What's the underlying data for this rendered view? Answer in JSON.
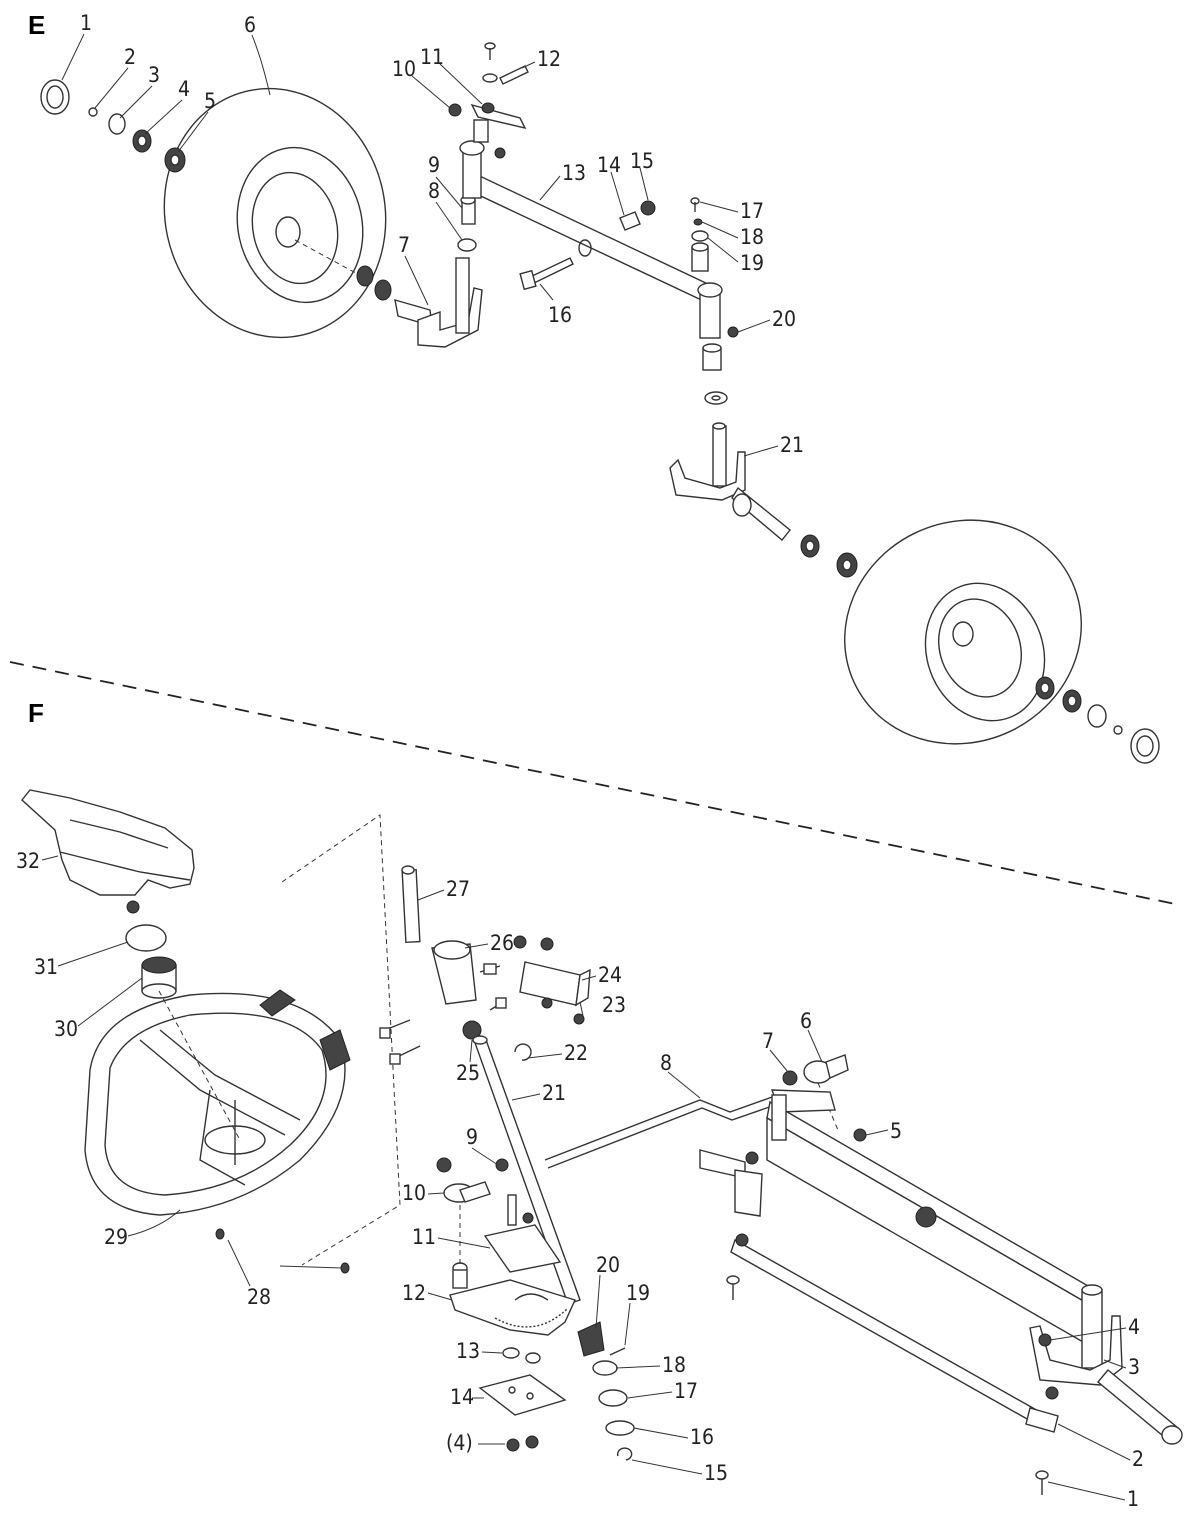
{
  "sections": [
    {
      "letter": "E",
      "callouts": [
        {
          "text": "1",
          "part": "E-hub-cap"
        },
        {
          "text": "2",
          "part": "E-retaining-ring"
        },
        {
          "text": "3",
          "part": "E-washer"
        },
        {
          "text": "4",
          "part": "E-bearing"
        },
        {
          "text": "5",
          "part": "E-bearing-inner"
        },
        {
          "text": "6",
          "part": "E-wheel"
        },
        {
          "text": "7",
          "part": "E-spindle-left"
        },
        {
          "text": "8",
          "part": "E-washer-spindle"
        },
        {
          "text": "9",
          "part": "E-bushing"
        },
        {
          "text": "10",
          "part": "E-nut"
        },
        {
          "text": "11",
          "part": "E-steering-arm"
        },
        {
          "text": "12",
          "part": "E-bolt"
        },
        {
          "text": "13",
          "part": "E-front-axle"
        },
        {
          "text": "14",
          "part": "E-pivot-bushing"
        },
        {
          "text": "15",
          "part": "E-pivot-nut"
        },
        {
          "text": "16",
          "part": "E-pivot-bolt"
        },
        {
          "text": "17",
          "part": "E-screw"
        },
        {
          "text": "18",
          "part": "E-lock-washer"
        },
        {
          "text": "19",
          "part": "E-flat-washer"
        },
        {
          "text": "20",
          "part": "E-grease-fitting"
        },
        {
          "text": "21",
          "part": "E-spindle-right"
        }
      ]
    },
    {
      "letter": "F",
      "callouts": [
        {
          "text": "32",
          "part": "F-steering-cover"
        },
        {
          "text": "31",
          "part": "F-cap"
        },
        {
          "text": "30",
          "part": "F-adapter"
        },
        {
          "text": "29",
          "part": "F-steering-wheel"
        },
        {
          "text": "28",
          "part": "F-screw"
        },
        {
          "text": "27",
          "part": "F-upper-shaft"
        },
        {
          "text": "26",
          "part": "F-coupler"
        },
        {
          "text": "25",
          "part": "F-bushing"
        },
        {
          "text": "24",
          "part": "F-bracket"
        },
        {
          "text": "23",
          "part": "F-bolt"
        },
        {
          "text": "22",
          "part": "F-clip"
        },
        {
          "text": "21",
          "part": "F-lower-shaft"
        },
        {
          "text": "20",
          "part": "F-pinion"
        },
        {
          "text": "19",
          "part": "F-pin"
        },
        {
          "text": "18",
          "part": "F-bushing-lower"
        },
        {
          "text": "17",
          "part": "F-spacer"
        },
        {
          "text": "16",
          "part": "F-washer"
        },
        {
          "text": "15",
          "part": "F-e-clip"
        },
        {
          "text": "14",
          "part": "F-plate"
        },
        {
          "text": "(4)",
          "part": "F-nuts"
        },
        {
          "text": "13",
          "part": "F-washer-small"
        },
        {
          "text": "12",
          "part": "F-sector-gear"
        },
        {
          "text": "11",
          "part": "F-gear-plate"
        },
        {
          "text": "10",
          "part": "F-pivot-spacer"
        },
        {
          "text": "9",
          "part": "F-nut"
        },
        {
          "text": "8",
          "part": "F-drag-link"
        },
        {
          "text": "7",
          "part": "F-jam-nut"
        },
        {
          "text": "6",
          "part": "F-ball-joint"
        },
        {
          "text": "5",
          "part": "F-lock-nut"
        },
        {
          "text": "4",
          "part": "F-nut-tie"
        },
        {
          "text": "3",
          "part": "F-spindle"
        },
        {
          "text": "2",
          "part": "F-tie-rod"
        },
        {
          "text": "1",
          "part": "F-bolt-tie"
        }
      ]
    }
  ]
}
